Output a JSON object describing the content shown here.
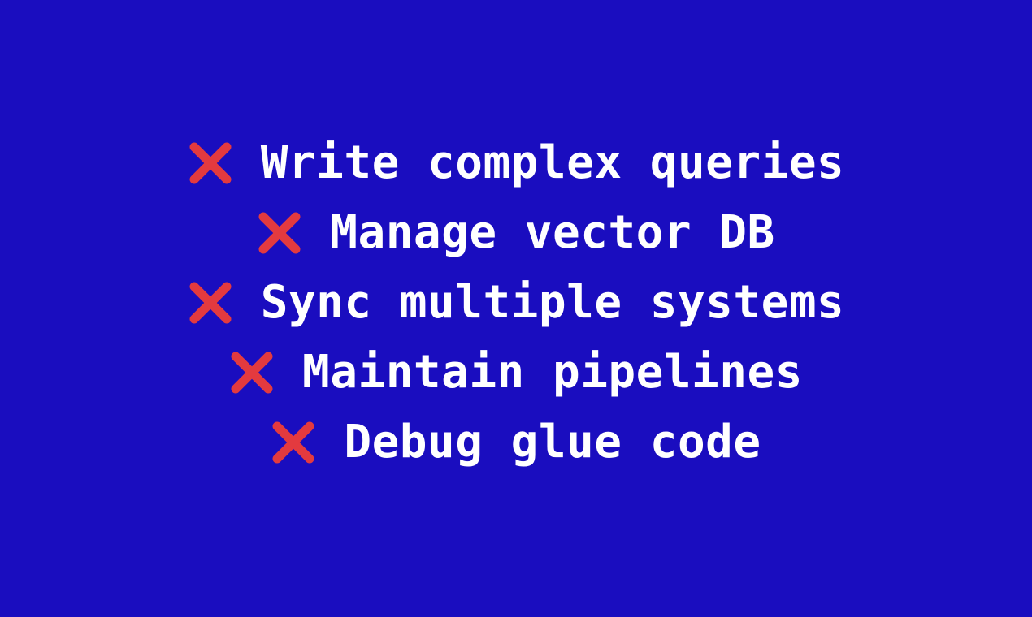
{
  "slide": {
    "background_color": "#1a0dbf",
    "text_color": "#ffffff",
    "accent_color": "#e33a3f",
    "icon_name": "cross-mark-icon",
    "pain_points": [
      {
        "icon": "cross-mark-icon",
        "label": "Write complex queries"
      },
      {
        "icon": "cross-mark-icon",
        "label": "Manage vector DB"
      },
      {
        "icon": "cross-mark-icon",
        "label": "Sync multiple systems"
      },
      {
        "icon": "cross-mark-icon",
        "label": "Maintain pipelines"
      },
      {
        "icon": "cross-mark-icon",
        "label": "Debug glue code"
      }
    ]
  }
}
